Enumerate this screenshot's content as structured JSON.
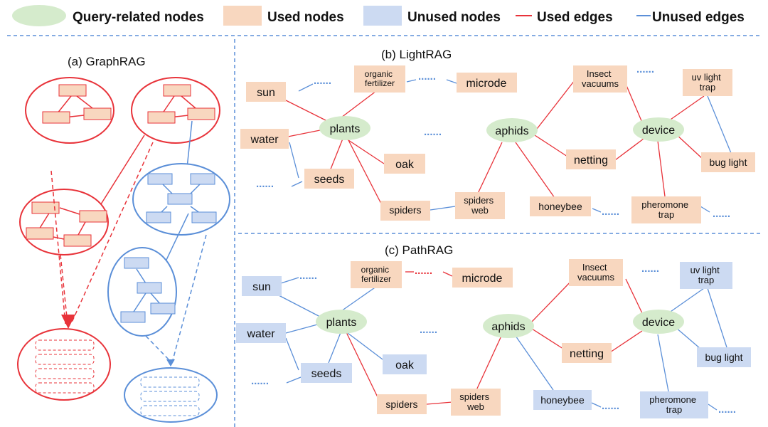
{
  "legend": {
    "query_related_label": "Query-related nodes",
    "used_nodes_label": "Used nodes",
    "unused_nodes_label": "Unused nodes",
    "used_edges_label": "Used edges",
    "unused_edges_label": "Unused edges"
  },
  "colors": {
    "query_node": "#d5ebcc",
    "used_node": "#f8d7bf",
    "unused_node": "#ccdaf2",
    "used_edge": "#e8333a",
    "unused_edge": "#5b8fd8",
    "divider": "#5b8fd8"
  },
  "panel_a": {
    "title": "(a)  GraphRAG"
  },
  "panel_b": {
    "title": "(b)  LightRAG",
    "nodes": {
      "sun": "sun",
      "organic": [
        "organic",
        "fertilizer"
      ],
      "microde": "microde",
      "insect": [
        "Insect",
        "vacuums"
      ],
      "uvtrap": [
        "uv light",
        "trap"
      ],
      "water": "water",
      "plants": "plants",
      "aphids": "aphids",
      "device": "device",
      "oak": "oak",
      "netting": "netting",
      "buglight": "bug light",
      "seeds": "seeds",
      "spiders": "spiders",
      "spidersweb": [
        "spiders",
        "web"
      ],
      "honeybee": "honeybee",
      "pheromone": [
        "pheromone",
        "trap"
      ]
    },
    "ellipsis": "......"
  },
  "panel_c": {
    "title": "(c)  PathRAG",
    "nodes": {
      "sun": "sun",
      "organic": [
        "organic",
        "fertilizer"
      ],
      "microde": "microde",
      "insect": [
        "Insect",
        "vacuums"
      ],
      "uvtrap": [
        "uv light",
        "trap"
      ],
      "water": "water",
      "plants": "plants",
      "aphids": "aphids",
      "device": "device",
      "oak": "oak",
      "netting": "netting",
      "buglight": "bug light",
      "seeds": "seeds",
      "spiders": "spiders",
      "spidersweb": [
        "spiders",
        "web"
      ],
      "honeybee": "honeybee",
      "pheromone": [
        "pheromone",
        "trap"
      ]
    },
    "ellipsis": "......"
  }
}
